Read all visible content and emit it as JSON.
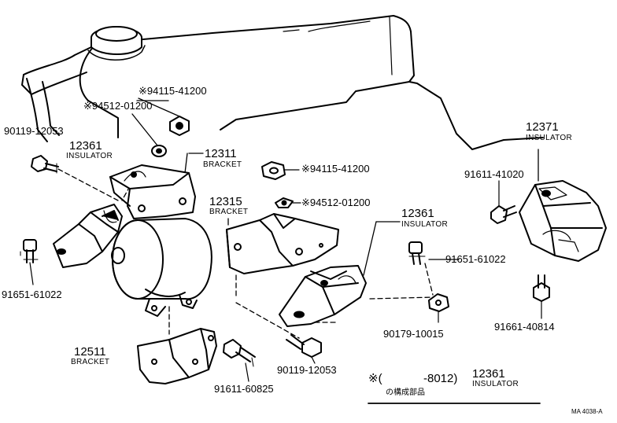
{
  "diagram": {
    "callouts": {
      "nut_top": "※94115-41200",
      "washer_top": "※94512-01200",
      "bolt_left_top": "90119-12053",
      "insulator_left_no": "12361",
      "insulator_left_name": "INSULATOR",
      "bracket_top_no": "12311",
      "bracket_top_name": "BRACKET",
      "nut_mid": "※94115-41200",
      "washer_mid": "※94512-01200",
      "bracket_mid_no": "12315",
      "bracket_mid_name": "BRACKET",
      "bolt_left_low": "91651-61022",
      "insulator_right_no": "12371",
      "insulator_right_name": "INSULATOR",
      "bolt_right_top": "91611-41020",
      "insulator_center_no": "12361",
      "insulator_center_name": "INSULATOR",
      "bolt_center": "91651-61022",
      "stud_right": "91661-40814",
      "bolt_center_low": "90179-10015",
      "bracket_bottom_no": "12511",
      "bracket_bottom_name": "BRACKET",
      "bolt_bottom": "91611-60825",
      "bolt_bottom_center": "90119-12053"
    },
    "note": {
      "prefix": "※(",
      "range": "-8012)",
      "part_no": "12361",
      "part_name": "INSULATOR",
      "japanese": "の構成部品"
    },
    "ref_code": "MA 4038-A"
  }
}
